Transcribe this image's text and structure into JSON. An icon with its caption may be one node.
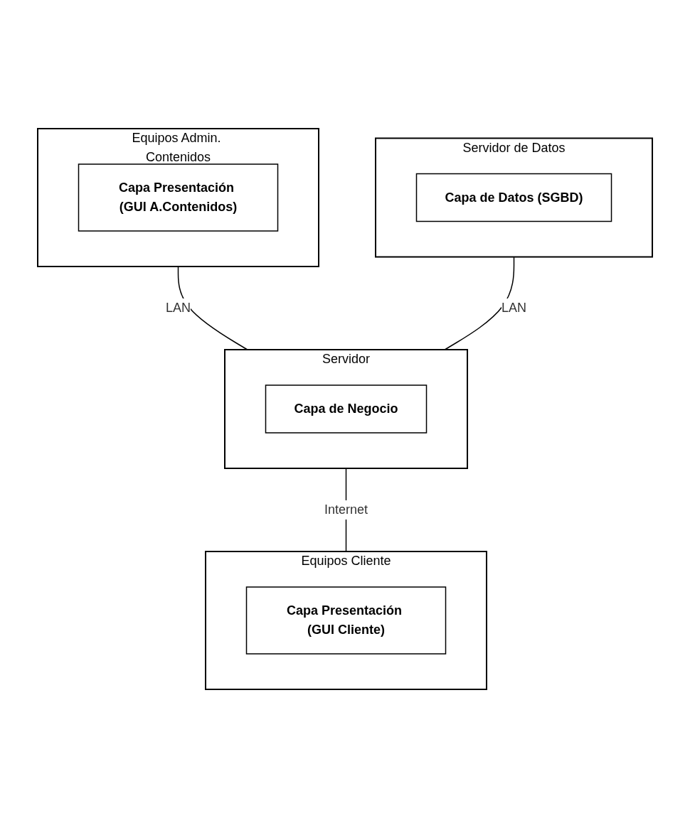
{
  "diagram": {
    "nodes": [
      {
        "text": [
          "Equipos Admin. Contenidos"
        ]
      },
      {
        "text": [
          "Capa Presentación (GUI A.Contenidos)"
        ],
        "in": 0
      },
      {
        "text": [
          "Servidor de Datos"
        ]
      },
      {
        "text": [
          "Capa de Datos (SGBD)"
        ],
        "in": 2
      },
      {
        "text": [
          "Servidor"
        ]
      },
      {
        "text": [
          "Capa de Negocio"
        ],
        "in": 4
      },
      {
        "text": [
          "Equipos Cliente"
        ]
      },
      {
        "text": [
          "Capa Presentación (GUI Cliente)"
        ],
        "in": 6
      }
    ],
    "edges": [
      {
        "from": 0,
        "to": 4,
        "arrow": "none",
        "label": "LAN"
      },
      {
        "from": 2,
        "to": 4,
        "arrow": "none",
        "label": "LAN"
      },
      {
        "from": 4,
        "to": 6,
        "arrow": "none",
        "label": "Internet"
      }
    ]
  }
}
